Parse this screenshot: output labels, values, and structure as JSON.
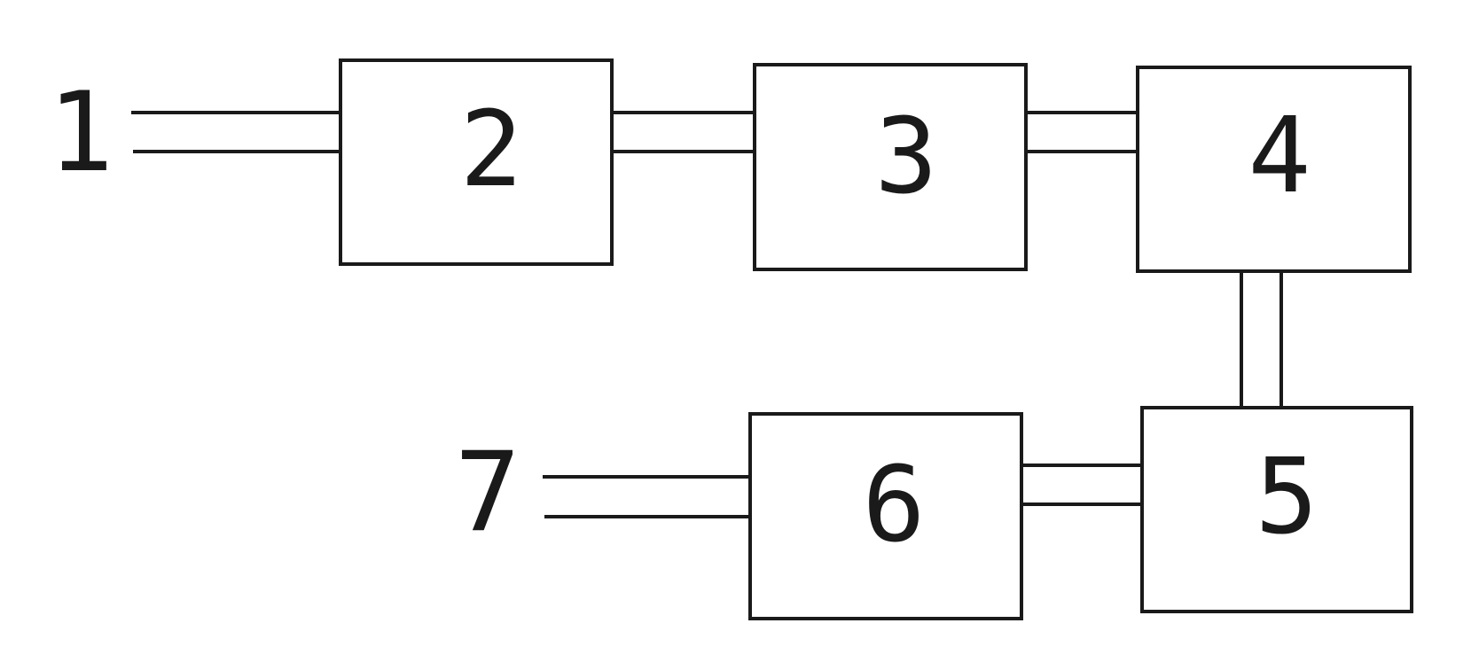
{
  "diagram": {
    "line_color": "#1a1a1a",
    "background": "#ffffff",
    "blocks": [
      {
        "id": "2",
        "label": "2"
      },
      {
        "id": "3",
        "label": "3"
      },
      {
        "id": "4",
        "label": "4"
      },
      {
        "id": "5",
        "label": "5"
      },
      {
        "id": "6",
        "label": "6"
      }
    ],
    "terminals": [
      {
        "id": "1",
        "label": "1"
      },
      {
        "id": "7",
        "label": "7"
      }
    ],
    "connections": [
      {
        "from": "1",
        "to": "2"
      },
      {
        "from": "2",
        "to": "3"
      },
      {
        "from": "3",
        "to": "4"
      },
      {
        "from": "4",
        "to": "5"
      },
      {
        "from": "5",
        "to": "6"
      },
      {
        "from": "6",
        "to": "7"
      }
    ]
  }
}
